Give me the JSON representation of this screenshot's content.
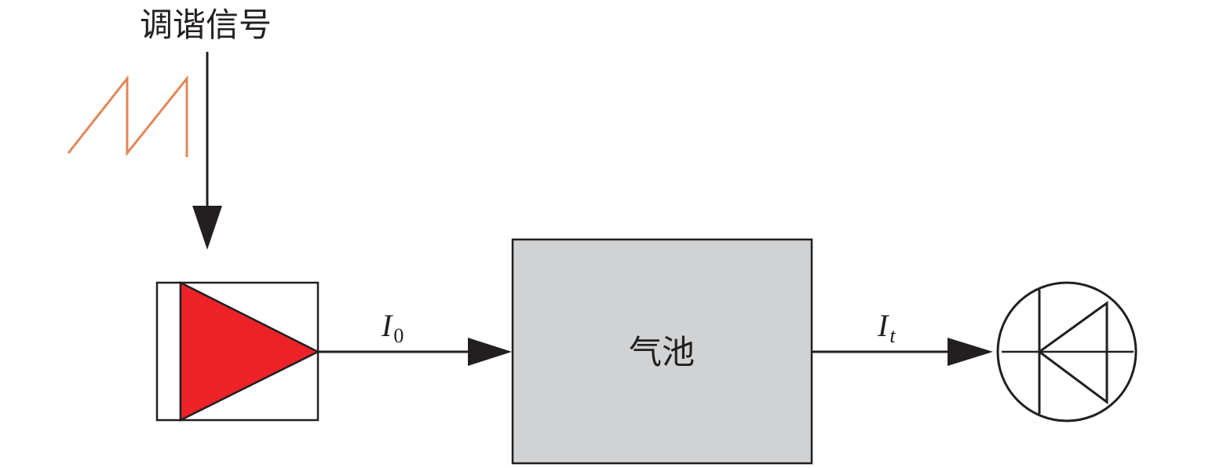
{
  "labels": {
    "tuning_signal": "调谐信号",
    "gas_cell": "气池",
    "input_current_main": "I",
    "input_current_sub": "0",
    "output_current_main": "I",
    "output_current_sub": "t"
  },
  "colors": {
    "line": "#231f20",
    "laser_fill": "#ed2229",
    "gas_cell_fill": "#d1d2d3",
    "sawtooth": "#e0875a",
    "background": "#ffffff"
  },
  "icons": {
    "laser": "laser-diode-triangle-icon",
    "detector": "photodetector-diode-icon",
    "signal": "sawtooth-wave-icon"
  }
}
